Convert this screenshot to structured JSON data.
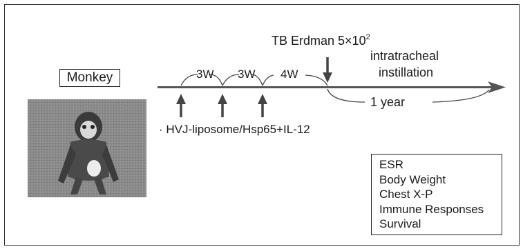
{
  "animal_label": "Monkey",
  "challenge": {
    "label": "TB Erdman 5×10",
    "exponent": "2",
    "route_line1": "intratracheal",
    "route_line2": "instillation"
  },
  "intervals": [
    "3W",
    "3W",
    "4W"
  ],
  "duration": "1 year",
  "vaccine": {
    "bullet": "·",
    "label": "HVJ-liposome/Hsp65+IL-12"
  },
  "endpoints": [
    "ESR",
    "Body Weight",
    "Chest X-P",
    "Immune Responses",
    "Survival"
  ],
  "colors": {
    "line": "#555555",
    "text": "#1a1a1a",
    "photo_bg": "#8a8a8a"
  }
}
